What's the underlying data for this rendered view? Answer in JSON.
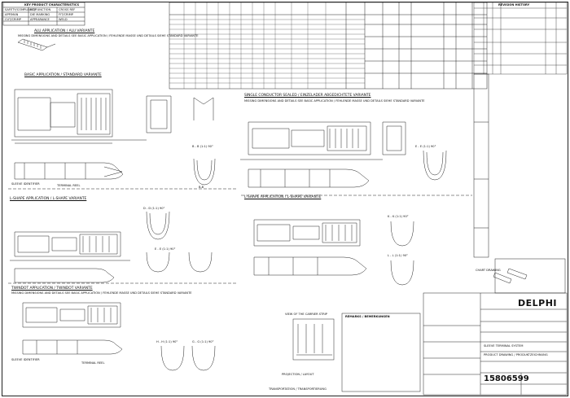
{
  "key_box": {
    "title": "KEY PRODUCT CHARACTERISTICS",
    "items": [
      "SAFETY/COMPLIANCE",
      "FIT/FUNCTION",
      "CROSS REF",
      "APP/MAN",
      "DIE MARKING",
      "FIT/CRIMP",
      "CUT/CRIMP",
      "APPEARANCE",
      "WELD"
    ]
  },
  "sections": {
    "alu_title": "ALU APPLICATION / ALU VARIANTE",
    "alu_note": "MISSING DIMENSIONS AND DETAILS SEE BASIC APPLICATION / FEHLENDE MASSE UND DETAILS SIEHE STANDARD VARIANTE",
    "basic_title": "BASIC APPLICATION / STANDARD VARIANTE",
    "single_title": "SINGLE CONDUCTOR SEALED / EINZELADER ABGEDICHTETE VARIANTE",
    "single_note": "MISSING DIMENSIONS AND DETAILS SEE BASIC APPLICATION / FEHLENDE MASSE UND DETAILS SIEHE STANDARD VARIANTE",
    "lshape_left_title": "L-SHAPE APPLICATION / L-SHAPE VARIANTE",
    "lshape_right_title": "L-SHAPE APPLICATION / L-SHAPE VARIANTE",
    "twindot_title": "TWINDOT APPLICATION / TWINDOT VARIANTE",
    "twindot_note": "MISSING DIMENSIONS AND DETAILS SEE BASIC APPLICATION / FEHLENDE MASSE UND DETAILS SIEHE STANDARD VARIANTE"
  },
  "views": {
    "bb_top": "B - B (1:1) 90°",
    "bb_mid": "B-B",
    "ee_top": "E - E (1:1) 90°",
    "dd_left": "D - D (1:1) 90°",
    "ee_left": "E - E (1:1) 90°",
    "kk_right": "K - K (1:1) 90°",
    "ll_right": "L - L (1:1) 90°",
    "hh_bottom": "H - H (1:1) 90°",
    "gg_bottom": "G - G (1:1) 90°"
  },
  "labels": {
    "sleeve": "SLEEVE IDENTIFIER",
    "terminal_reel": "TERMINAL REEL",
    "chart_drawing": "CHART DRAWING",
    "carrier_strip": "VIEW OF THE CARRIER STRIP",
    "projection": "PROJECTION / LAYOUT",
    "remarks": "REMARKS / BEMERKUNGEN",
    "bottom_transport": "TRANSPORTATION / TRANSPORTIERUNG"
  },
  "title_block": {
    "company": "DELPHI",
    "drawing_no": "15806599",
    "title_line1": "SLEEVE TERMINAL SYSTEM",
    "title_line2": "PRODUCT DRAWING / PRODUKTZEICHNUNG",
    "revision_title": "REVISION HISTORY"
  }
}
